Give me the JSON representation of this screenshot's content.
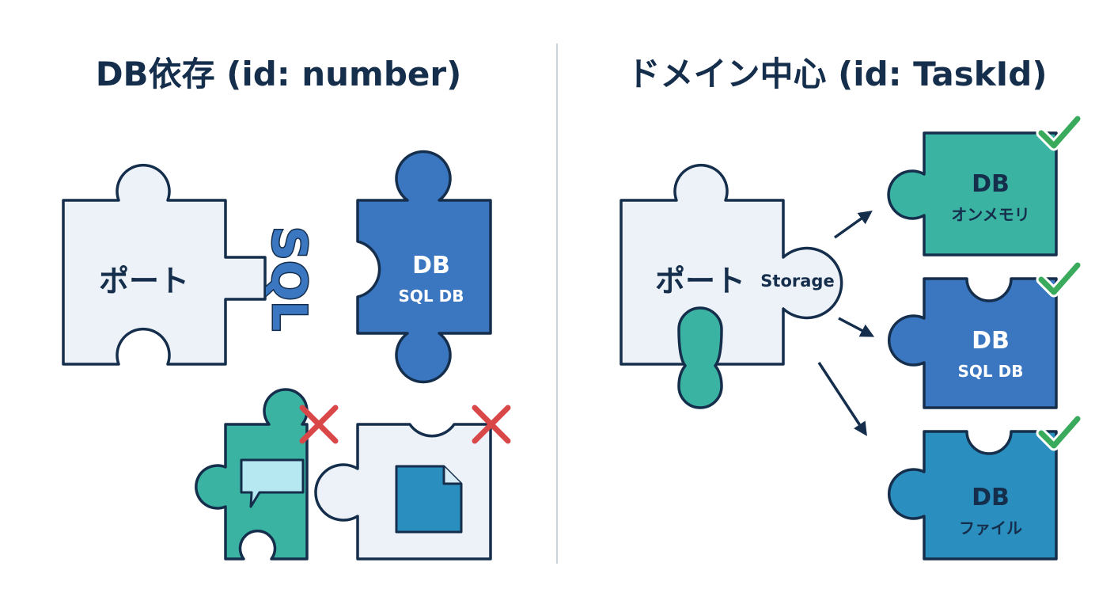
{
  "left": {
    "title": "DB依存 (id: number)",
    "port_label": "ポート",
    "connector_label": "SQL",
    "db_piece": {
      "title": "DB",
      "subtitle": "SQL DB"
    }
  },
  "right": {
    "title": "ドメイン中心 (id: TaskId)",
    "port_label": "ポート",
    "connector_label": "Storage",
    "adapters": [
      {
        "title": "DB",
        "subtitle": "オンメモリ"
      },
      {
        "title": "DB",
        "subtitle": "SQL DB"
      },
      {
        "title": "DB",
        "subtitle": "ファイル"
      }
    ]
  },
  "colors": {
    "navy": "#152e4c",
    "port_fill": "#edf2f8",
    "sql_blue": "#3a77c0",
    "teal": "#3bb3a3",
    "file_blue": "#2a8fbe",
    "check_green": "#3aaa5c",
    "cross_red": "#d94848",
    "divider": "#c9d3df"
  },
  "icons": [
    "speech-bubble-icon",
    "document-icon",
    "check-icon",
    "cross-icon",
    "arrow-icon"
  ]
}
